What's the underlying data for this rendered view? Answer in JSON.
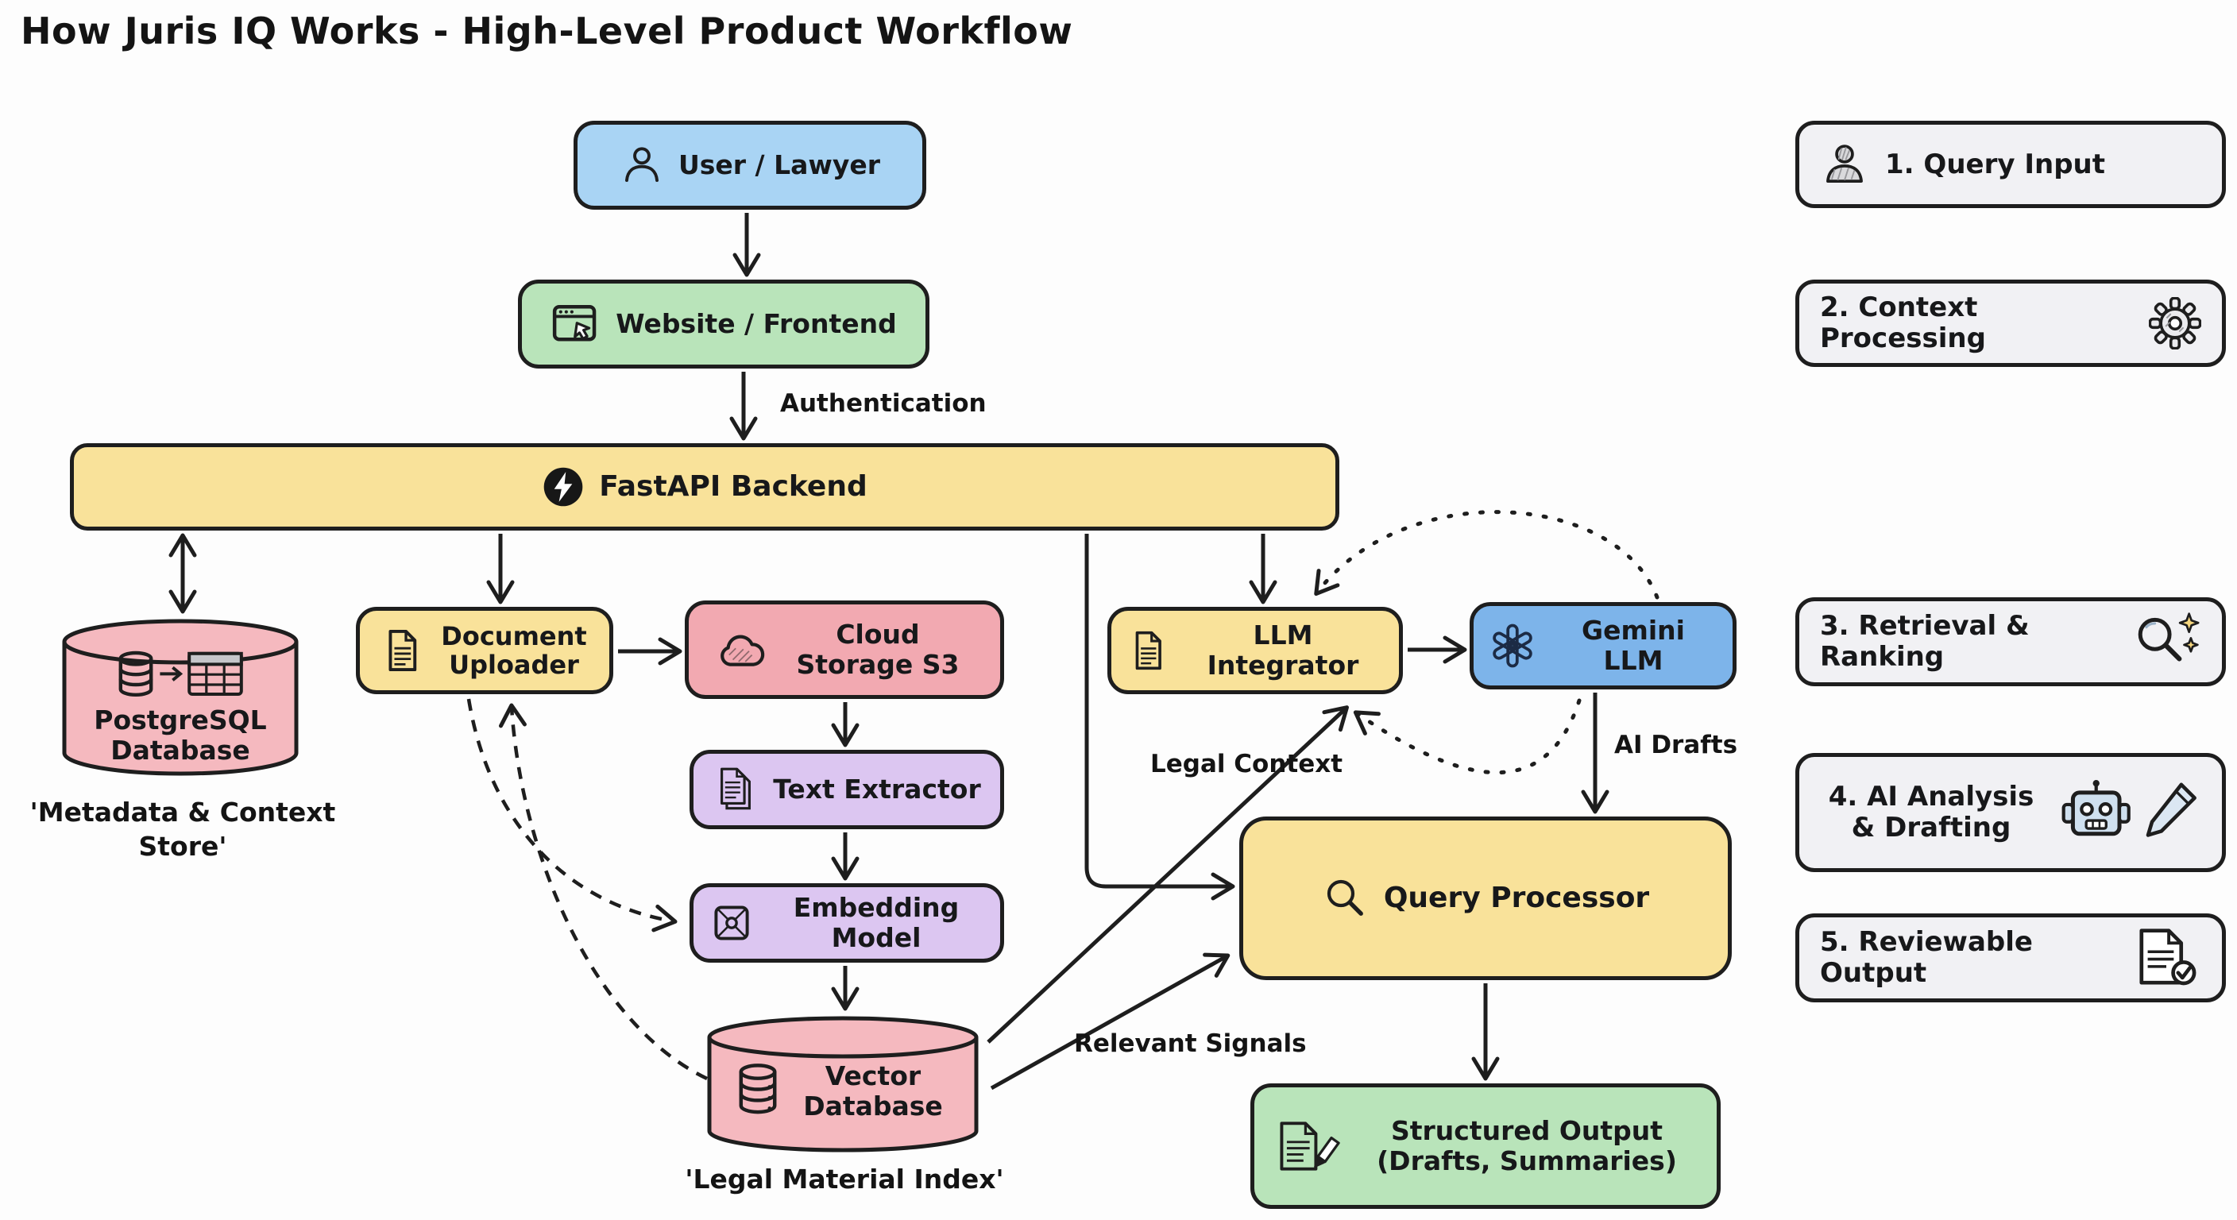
{
  "title": "How Juris IQ Works - High-Level Product Workflow",
  "nodes": {
    "user_lawyer": {
      "label": "User / Lawyer"
    },
    "website": {
      "label": "Website / Frontend"
    },
    "fastapi": {
      "label": "FastAPI Backend"
    },
    "postgres": {
      "label": "PostgreSQL Database",
      "caption": "'Metadata & Context Store'"
    },
    "doc_uploader": {
      "label": "Document Uploader"
    },
    "cloud_storage": {
      "label": "Cloud Storage S3"
    },
    "text_extractor": {
      "label": "Text Extractor"
    },
    "embedding_model": {
      "label": "Embedding Model"
    },
    "vector_db": {
      "label": "Vector Database",
      "caption": "'Legal Material Index'"
    },
    "llm_integrator": {
      "label": "LLM Integrator"
    },
    "gemini_llm": {
      "label": "Gemini LLM"
    },
    "query_processor": {
      "label": "Query Processor"
    },
    "structured_output": {
      "label": "Structured Output (Drafts, Summaries)"
    }
  },
  "edge_labels": {
    "authentication": "Authentication",
    "legal_context": "Legal Context",
    "ai_drafts": "AI Drafts",
    "relevant_signals": "Relevant Signals"
  },
  "legend": [
    {
      "label": "1. Query Input",
      "icon": "person-icon"
    },
    {
      "label": "2. Context Processing",
      "icon": "gear-icon"
    },
    {
      "label": "3. Retrieval & Ranking",
      "icon": "search-stars-icon"
    },
    {
      "label": "4. AI Analysis & Drafting",
      "icon": "robot-pen-icon"
    },
    {
      "label": "5. Reviewable Output",
      "icon": "doc-check-icon"
    }
  ],
  "colors": {
    "ink": "#1e1e1e",
    "page": "#fdfdfd",
    "blue_light": "#a9d4f4",
    "blue": "#7db4ea",
    "green": "#b9e4ba",
    "yellow": "#f9e29a",
    "pink": "#f5b9bf",
    "pink_deep": "#f2a9b1",
    "purple": "#dcc6f1",
    "legend_bg": "#f1f1f4",
    "star": "#f6d67e",
    "robot_blue": "#cfe0ef",
    "logo_navy": "#1c2b45"
  }
}
